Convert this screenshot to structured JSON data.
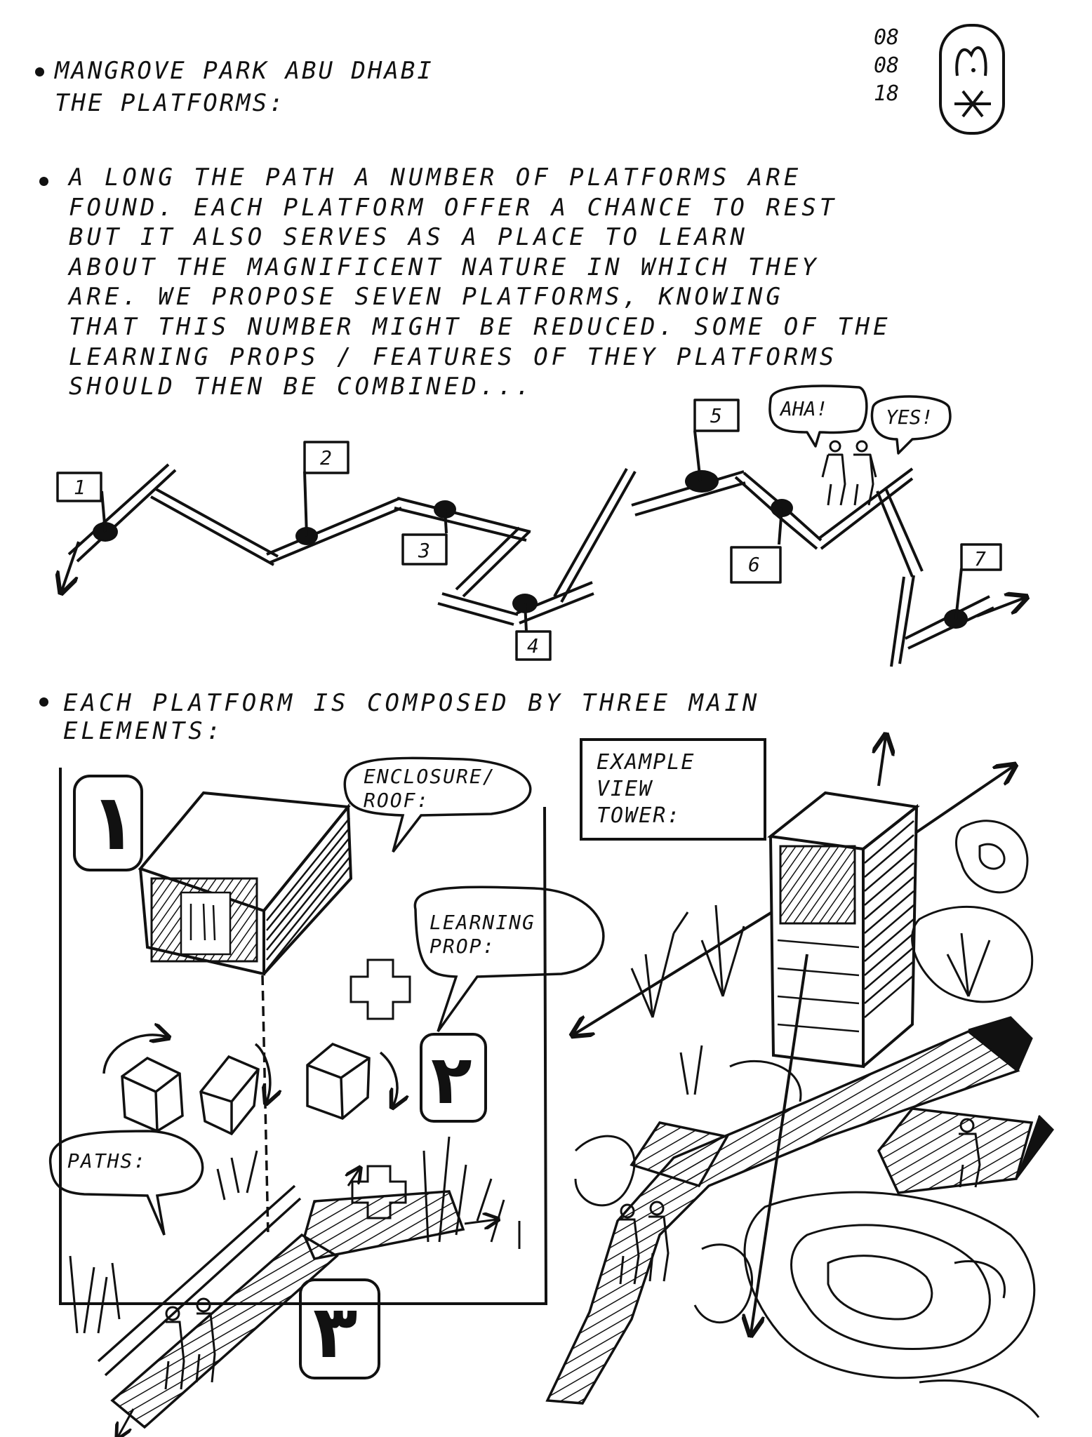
{
  "header": {
    "title_line1": "MANGROVE PARK ABU DHABI",
    "title_line2": "THE PLATFORMS:",
    "date_line1": "08",
    "date_line2": "08",
    "date_line3": "18"
  },
  "intro": {
    "lines": [
      "A LONG THE PATH A NUMBER OF PLATFORMS ARE",
      "FOUND. EACH PLATFORM OFFER A CHANCE TO REST",
      "BUT IT ALSO SERVES AS A PLACE TO LEARN",
      "ABOUT THE MAGNIFICENT NATURE IN WHICH THEY",
      "ARE. WE PROPOSE SEVEN PLATFORMS, KNOWING",
      "THAT THIS NUMBER MIGHT BE REDUCED. SOME OF THE",
      "LEARNING PROPS / FEATURES OF THEY PLATFORMS",
      "SHOULD THEN BE COMBINED..."
    ]
  },
  "path_diagram": {
    "flags": [
      "1",
      "2",
      "3",
      "4",
      "5",
      "6",
      "7"
    ],
    "speech_aha": "AHA!",
    "speech_yes": "YES!"
  },
  "elements_section": {
    "line1": "EACH PLATFORM IS COMPOSED BY THREE MAIN",
    "line2": "ELEMENTS:",
    "bubble_enclosure": "ENCLOSURE/\nROOF:",
    "bubble_learning": "LEARNING\nPROP:",
    "bubble_paths": "PATHS:",
    "example_box": "EXAMPLE\nVIEW\nTOWER:",
    "arabic_numeral_1": "١",
    "arabic_numeral_2": "٢",
    "arabic_numeral_3": "٣"
  }
}
